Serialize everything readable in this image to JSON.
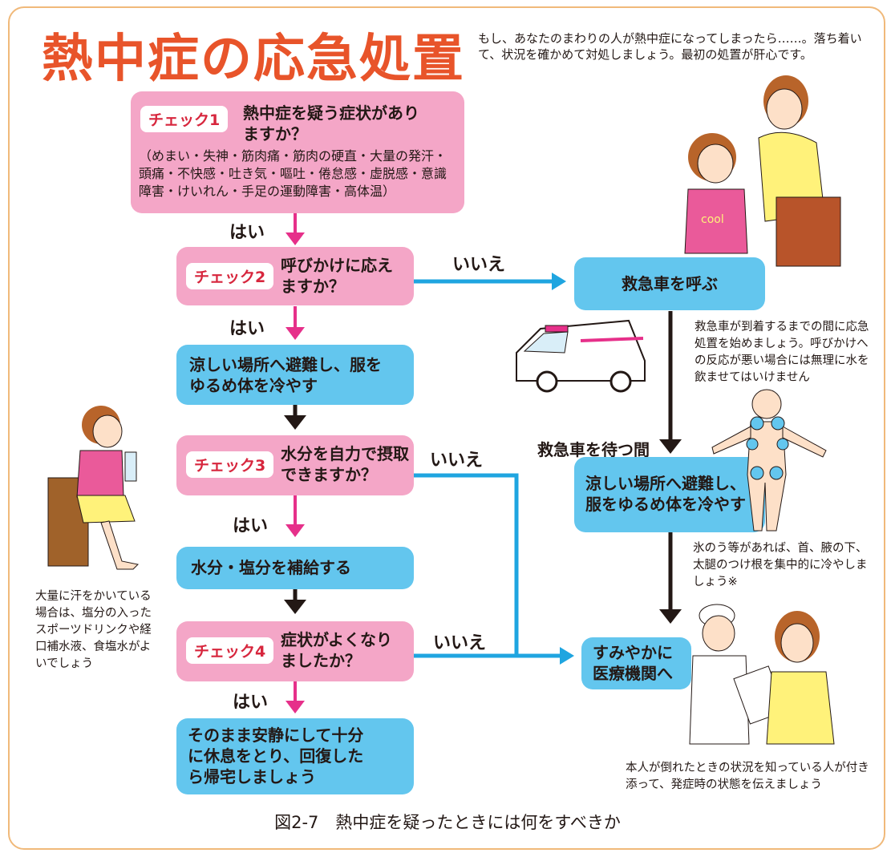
{
  "title": "熱中症の応急処置",
  "intro": "もし、あなたのまわりの人が熱中症になってしまったら……。落ち着いて、状況を確かめて対処しましょう。最初の処置が肝心です。",
  "check1": {
    "tag": "チェック1",
    "question": "熱中症を疑う症状がありますか？",
    "detail": "（めまい・失神・筋肉痛・筋肉の硬直・大量の発汗・頭痛・不快感・吐き気・嘔吐・倦怠感・虚脱感・意識障害・けいれん・手足の運動障害・高体温）"
  },
  "check2": {
    "tag": "チェック2",
    "question": "呼びかけに応えますか？"
  },
  "check3": {
    "tag": "チェック3",
    "question": "水分を自力で摂取できますか？"
  },
  "check4": {
    "tag": "チェック4",
    "question": "症状がよくなりましたか？"
  },
  "actions": {
    "cool_left": "涼しい場所へ避難し、服をゆるめ体を冷やす",
    "hydrate": "水分・塩分を補給する",
    "rest": "そのまま安静にして十分に休息をとり、回復したら帰宅しましょう",
    "ambulance": "救急車を呼ぶ",
    "cool_right": "涼しい場所へ避難し、服をゆるめ体を冷やす",
    "hospital": "すみやかに医療機関へ"
  },
  "labels": {
    "yes": "はい",
    "no": "いいえ",
    "waiting": "救急車を待つ間"
  },
  "notes": {
    "ambulance_note": "救急車が到着するまでの間に応急処置を始めましょう。呼びかけへの反応が悪い場合には無理に水を飲ませてはいけません",
    "ice_note": "氷のう等があれば、首、腋の下、太腿のつけ根を集中的に冷やしましょう※",
    "hospital_note": "本人が倒れたときの状況を知っている人が付き添って、発症時の状態を伝えましょう",
    "drink_note": "大量に汗をかいている場合は、塩分の入ったスポーツドリンクや経口補水液、食塩水がよいでしょう"
  },
  "caption": "図2-7　熱中症を疑ったときには何をすべきか",
  "colors": {
    "title": "#e8542a",
    "pink_box": "#f4a6c7",
    "blue_box": "#63c6ee",
    "pink_arrow": "#e6308a",
    "blue_arrow": "#1fa5e0",
    "tag_text": "#d7263d"
  }
}
